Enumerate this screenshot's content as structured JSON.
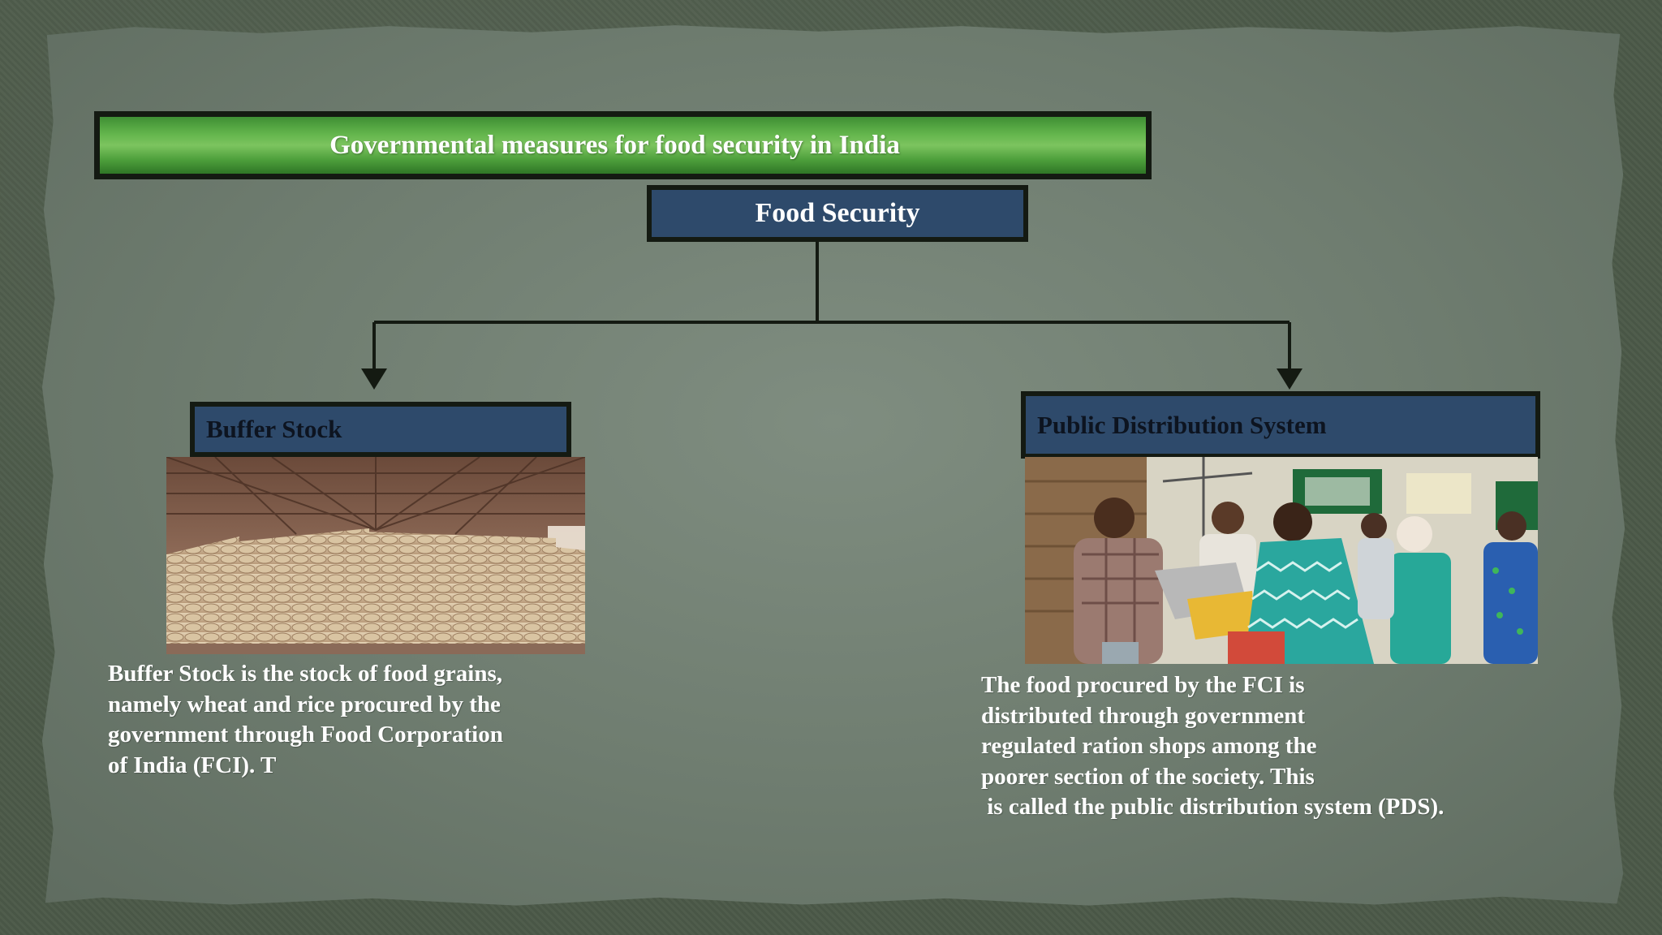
{
  "slide": {
    "title": "Governmental measures for food security in India"
  },
  "diagram": {
    "root": {
      "label": "Food Security"
    },
    "branches": [
      {
        "label": "Buffer Stock",
        "image": "grain-warehouse-photo",
        "description": [
          "Buffer Stock is the stock of food grains,",
          "namely wheat and rice procured by the",
          "government through Food Corporation",
          "of India (FCI). T"
        ]
      },
      {
        "label": "Public Distribution System",
        "image": "ration-shop-photo",
        "description": [
          "The food procured by the FCI is",
          "distributed through government",
          "regulated ration shops among the",
          "poorer section of the society. This",
          " is called the public distribution system (PDS)."
        ]
      }
    ]
  },
  "colors": {
    "banner_green": "#5aae46",
    "box_blue": "#2e4a6b",
    "border_dark": "#141a12",
    "text_white": "#ffffff"
  }
}
